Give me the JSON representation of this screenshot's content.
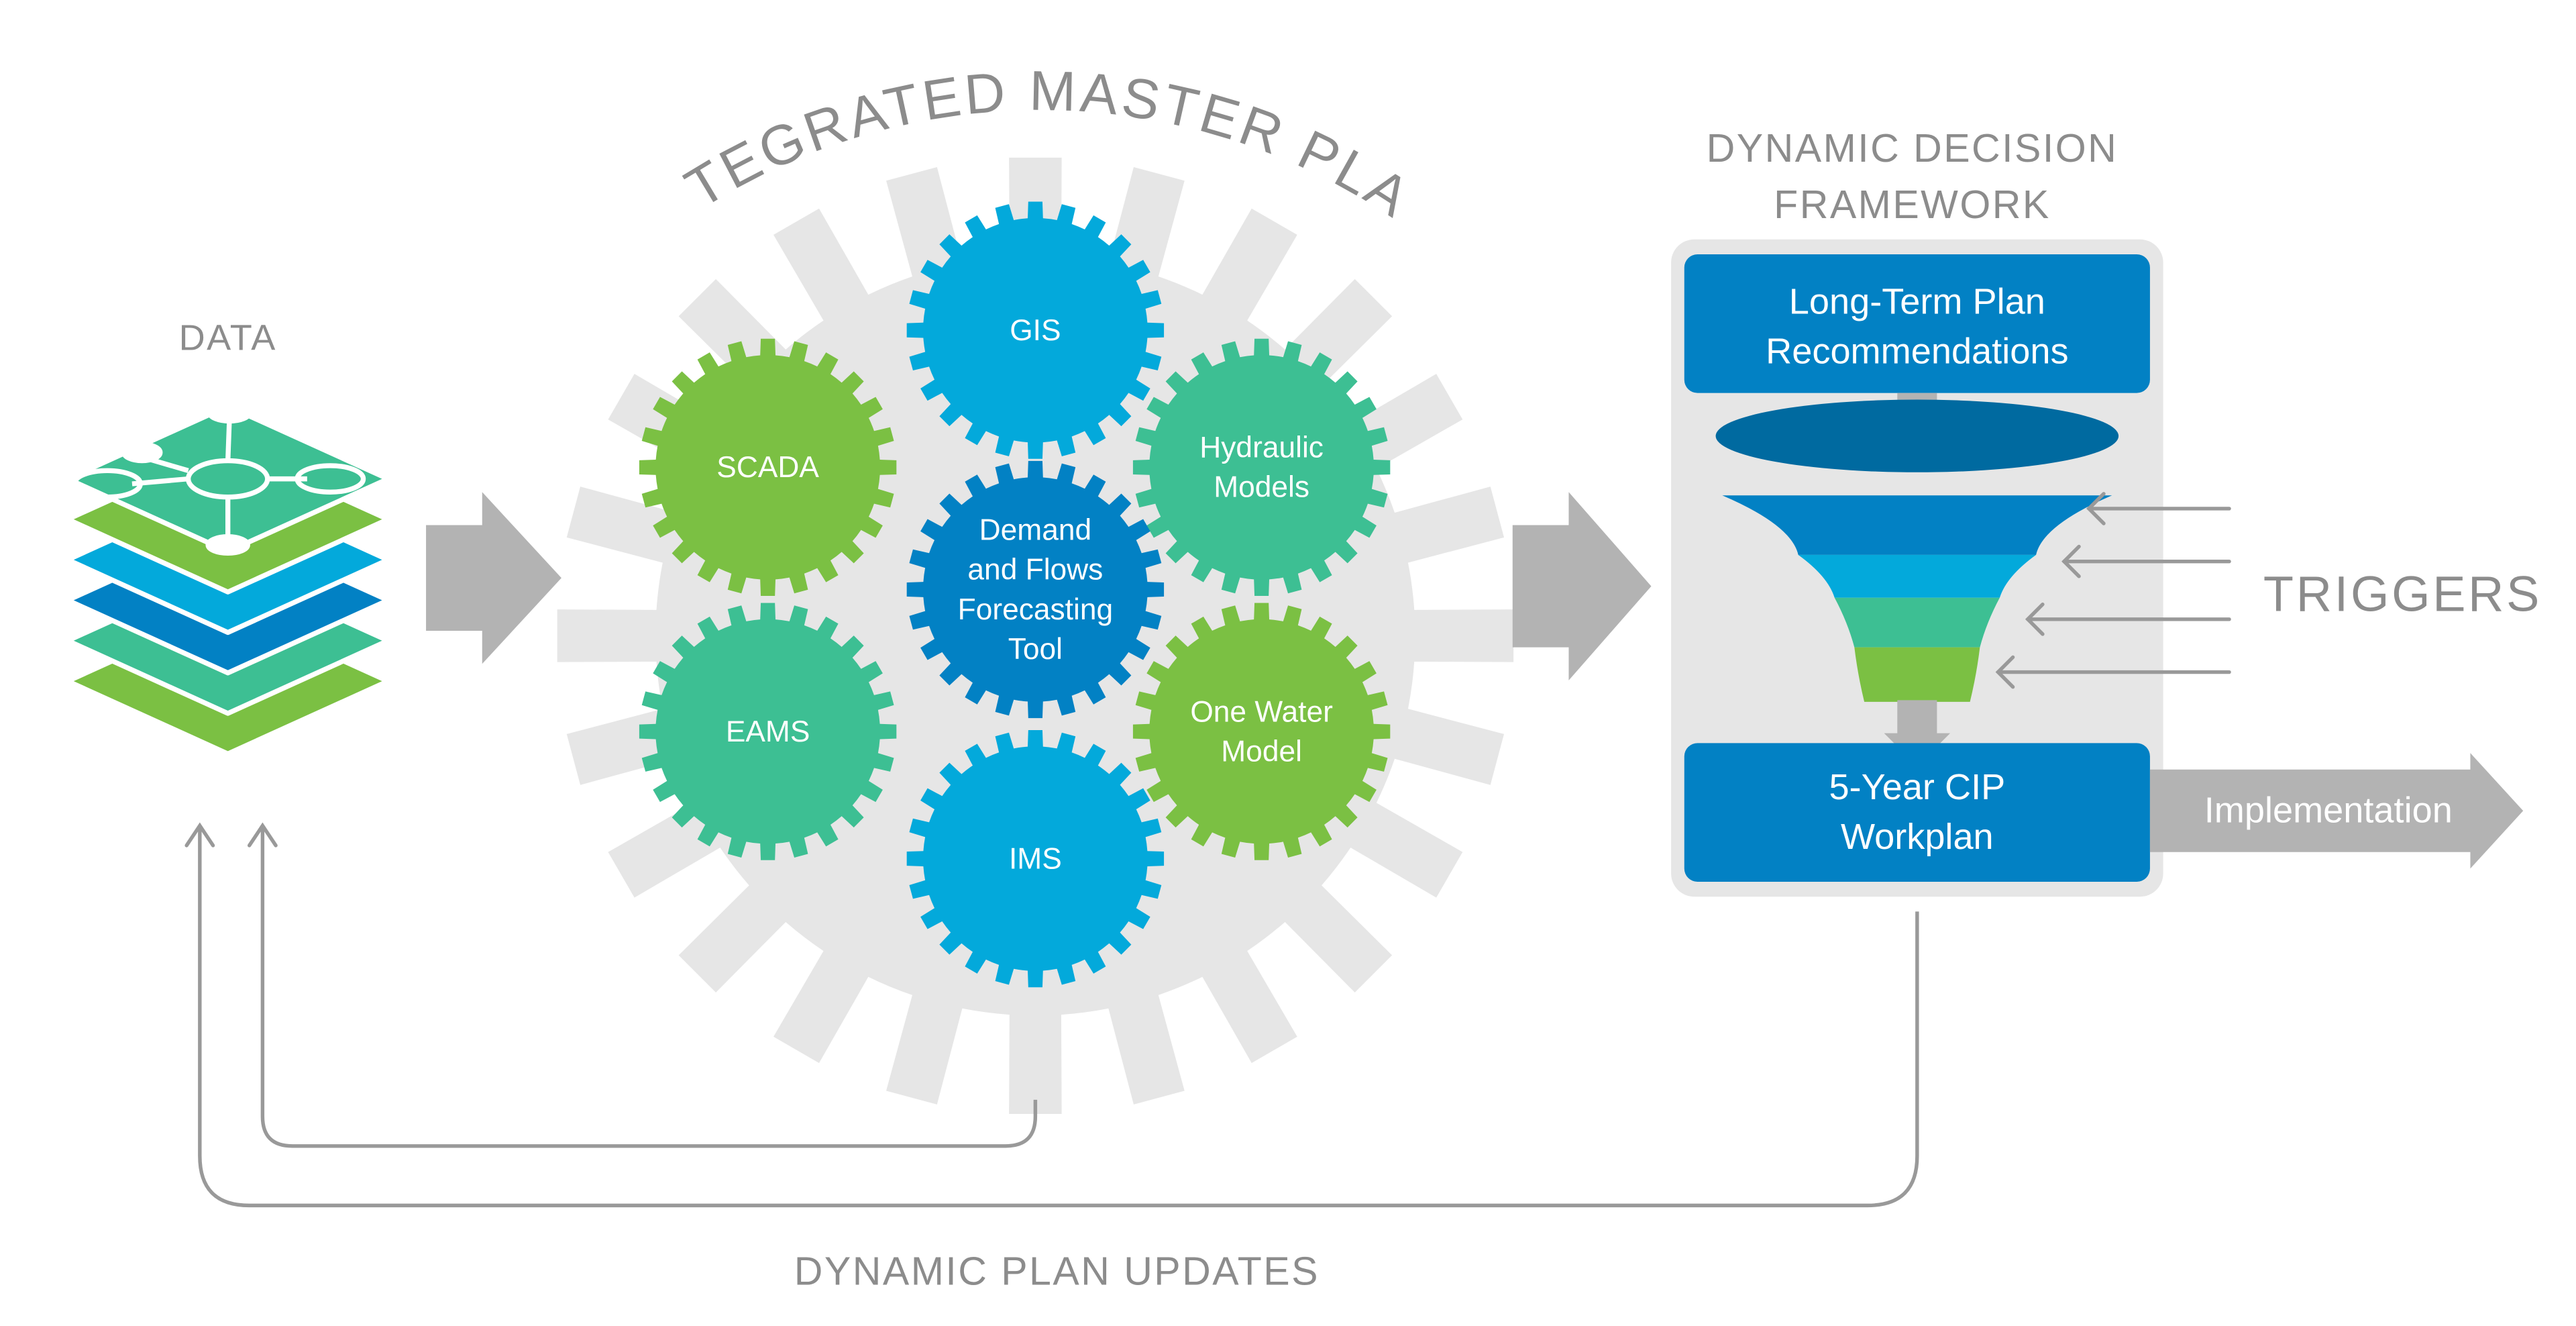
{
  "diagram": {
    "data_section": {
      "title": "DATA",
      "layer_colors": [
        "#3dbf93",
        "#7bc043",
        "#03a9db",
        "#0281c4",
        "#3dbf93",
        "#7bc043"
      ],
      "icon": "network-hub-icon"
    },
    "master_plan": {
      "title": "INTEGRATED MASTER PLAN",
      "gears": [
        {
          "label": "GIS",
          "color": "#03a9db"
        },
        {
          "label": "SCADA",
          "color": "#7bc043"
        },
        {
          "label": "Hydraulic Models",
          "color": "#3dbf93"
        },
        {
          "label": "Demand and Flows Forecasting Tool",
          "color": "#0281c4"
        },
        {
          "label": "EAMS",
          "color": "#3dbf93"
        },
        {
          "label": "One Water Model",
          "color": "#7bc043"
        },
        {
          "label": "IMS",
          "color": "#03a9db"
        }
      ],
      "background_gear_color": "#e6e6e6"
    },
    "decision_framework": {
      "title_line1": "DYNAMIC DECISION",
      "title_line2": "FRAMEWORK",
      "top_box": "Long-Term Plan Recommendations",
      "bottom_box": "5-Year CIP Workplan",
      "funnel_colors": [
        "#006aa0",
        "#0281c4",
        "#03a9db",
        "#3dbf93",
        "#7bc043"
      ]
    },
    "triggers": {
      "label": "TRIGGERS",
      "arrow_count": 4
    },
    "implementation": {
      "label": "Implementation"
    },
    "feedback": {
      "label": "DYNAMIC PLAN UPDATES"
    },
    "colors": {
      "text_gray": "#8c8c8c",
      "arrow_gray": "#b3b3b3",
      "line_gray": "#999999",
      "box_blue": "#0281c4",
      "panel_gray": "#e6e6e6"
    }
  }
}
